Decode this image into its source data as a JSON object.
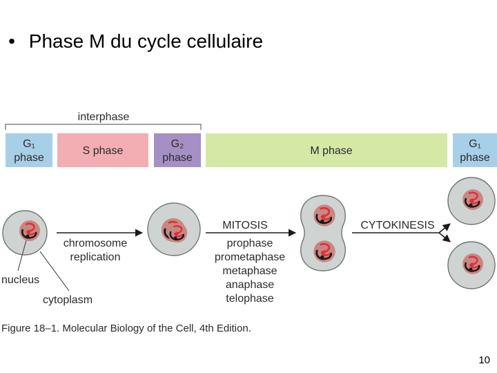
{
  "slide": {
    "bullet": "•",
    "title": "Phase M du cycle cellulaire",
    "page_number": "10"
  },
  "figure": {
    "interphase_label": "interphase",
    "phases": [
      {
        "label_line1": "G₁",
        "label_line2": "phase",
        "color": "#a8cfe8"
      },
      {
        "label_line1": "S phase",
        "label_line2": "",
        "color": "#f2aeb2"
      },
      {
        "label_line1": "G₂",
        "label_line2": "phase",
        "color": "#a68fc4"
      },
      {
        "label_line1": "M phase",
        "label_line2": "",
        "color": "#d5e8a6"
      },
      {
        "label_line1": "G₁",
        "label_line2": "phase",
        "color": "#a8cfe8"
      }
    ],
    "labels": {
      "chromosome": "chromosome",
      "replication": "replication",
      "nucleus": "nucleus",
      "cytoplasm": "cytoplasm",
      "mitosis": "MITOSIS",
      "cytokinesis": "CYTOKINESIS"
    },
    "mitosis_stages": [
      "prophase",
      "prometaphase",
      "metaphase",
      "anaphase",
      "telophase"
    ],
    "caption": "Figure 18–1. Molecular Biology of the Cell, 4th Edition.",
    "colors": {
      "cell_fill": "#cfd4d3",
      "cell_stroke": "#6f7472",
      "nucleus_fill": "#c98782",
      "chromosome_red": "#e0313a",
      "chromosome_dark": "#1b1b1b"
    }
  }
}
